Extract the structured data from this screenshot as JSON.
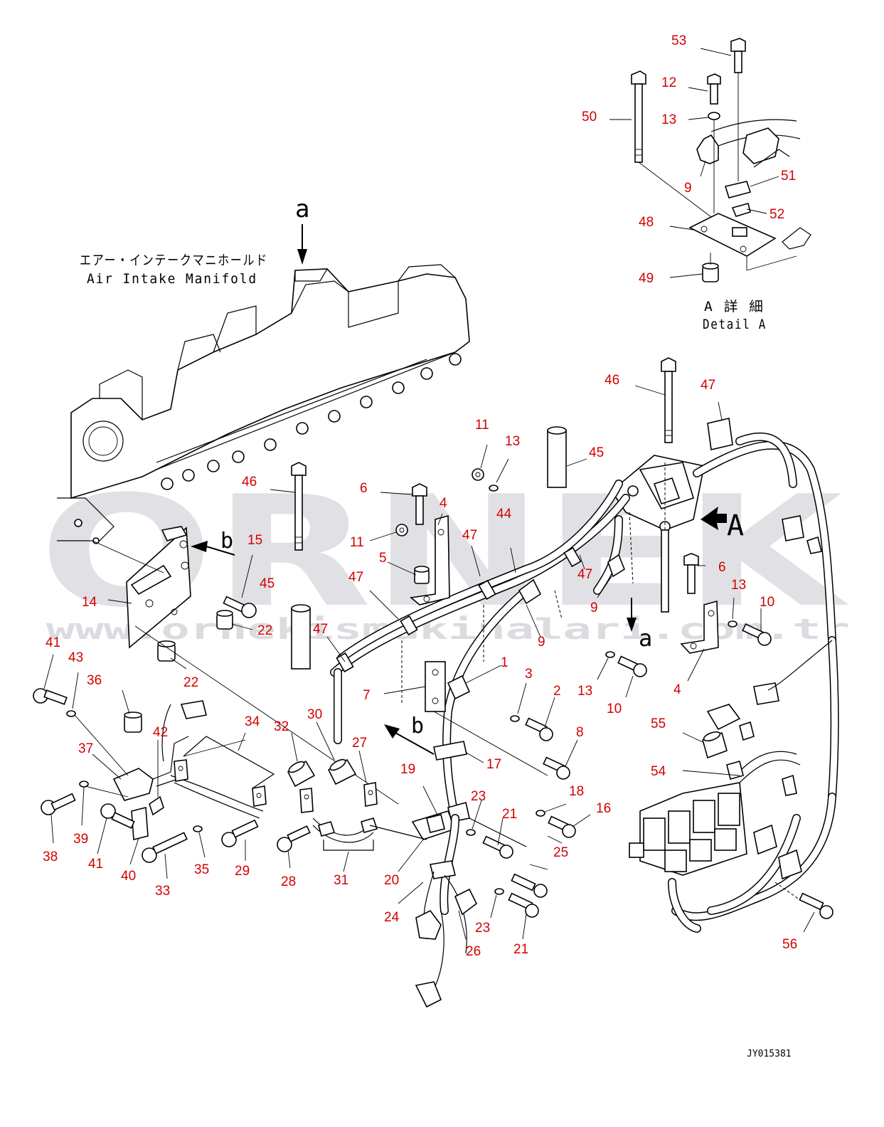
{
  "labels": {
    "manifold_jp": "エアー・インテークマニホールド",
    "manifold_en": "Air Intake Manifold",
    "detail_jp": "A 詳 細",
    "detail_en": "Detail A",
    "view_a_lower_top": "a",
    "view_a_lower_mid": "a",
    "view_b_1": "b",
    "view_b_2": "b",
    "view_A": "A",
    "drawing_code": "JY015381"
  },
  "watermark": {
    "brand": "ORNEK",
    "url": "www.ornekismakinalari.com.tr"
  },
  "callouts": [
    {
      "id": "c53",
      "text": "53"
    },
    {
      "id": "c12",
      "text": "12"
    },
    {
      "id": "c50",
      "text": "50"
    },
    {
      "id": "c13a",
      "text": "13"
    },
    {
      "id": "c9a",
      "text": "9"
    },
    {
      "id": "c51",
      "text": "51"
    },
    {
      "id": "c52",
      "text": "52"
    },
    {
      "id": "c48",
      "text": "48"
    },
    {
      "id": "c49",
      "text": "49"
    },
    {
      "id": "c46a",
      "text": "46"
    },
    {
      "id": "c47a",
      "text": "47"
    },
    {
      "id": "c11a",
      "text": "11"
    },
    {
      "id": "c13b",
      "text": "13"
    },
    {
      "id": "c45a",
      "text": "45"
    },
    {
      "id": "c6a",
      "text": "6"
    },
    {
      "id": "c4a",
      "text": "4"
    },
    {
      "id": "c46b",
      "text": "46"
    },
    {
      "id": "c44",
      "text": "44"
    },
    {
      "id": "c47b",
      "text": "47"
    },
    {
      "id": "c11b",
      "text": "11"
    },
    {
      "id": "c15",
      "text": "15"
    },
    {
      "id": "c5",
      "text": "5"
    },
    {
      "id": "c45b",
      "text": "45"
    },
    {
      "id": "c47c",
      "text": "47"
    },
    {
      "id": "c47d",
      "text": "47"
    },
    {
      "id": "c6b",
      "text": "6"
    },
    {
      "id": "c13c",
      "text": "13"
    },
    {
      "id": "c9b",
      "text": "9"
    },
    {
      "id": "c10a",
      "text": "10"
    },
    {
      "id": "c14",
      "text": "14"
    },
    {
      "id": "c22a",
      "text": "22"
    },
    {
      "id": "c47e",
      "text": "47"
    },
    {
      "id": "c9c",
      "text": "9"
    },
    {
      "id": "c41a",
      "text": "41"
    },
    {
      "id": "c43",
      "text": "43"
    },
    {
      "id": "c22b",
      "text": "22"
    },
    {
      "id": "c1",
      "text": "1"
    },
    {
      "id": "c13d",
      "text": "13"
    },
    {
      "id": "c10b",
      "text": "10"
    },
    {
      "id": "c4b",
      "text": "4"
    },
    {
      "id": "c3",
      "text": "3"
    },
    {
      "id": "c36",
      "text": "36"
    },
    {
      "id": "c7",
      "text": "7"
    },
    {
      "id": "c2",
      "text": "2"
    },
    {
      "id": "c34",
      "text": "34"
    },
    {
      "id": "c30",
      "text": "30"
    },
    {
      "id": "c32",
      "text": "32"
    },
    {
      "id": "c42",
      "text": "42"
    },
    {
      "id": "c55",
      "text": "55"
    },
    {
      "id": "c8",
      "text": "8"
    },
    {
      "id": "c27",
      "text": "27"
    },
    {
      "id": "c37",
      "text": "37"
    },
    {
      "id": "c17",
      "text": "17"
    },
    {
      "id": "c54",
      "text": "54"
    },
    {
      "id": "c19",
      "text": "19"
    },
    {
      "id": "c18",
      "text": "18"
    },
    {
      "id": "c23a",
      "text": "23"
    },
    {
      "id": "c16",
      "text": "16"
    },
    {
      "id": "c39",
      "text": "39"
    },
    {
      "id": "c21a",
      "text": "21"
    },
    {
      "id": "c38",
      "text": "38"
    },
    {
      "id": "c41b",
      "text": "41"
    },
    {
      "id": "c25",
      "text": "25"
    },
    {
      "id": "c29",
      "text": "29"
    },
    {
      "id": "c35",
      "text": "35"
    },
    {
      "id": "c40",
      "text": "40"
    },
    {
      "id": "c28",
      "text": "28"
    },
    {
      "id": "c20",
      "text": "20"
    },
    {
      "id": "c31",
      "text": "31"
    },
    {
      "id": "c33",
      "text": "33"
    },
    {
      "id": "c24",
      "text": "24"
    },
    {
      "id": "c23b",
      "text": "23"
    },
    {
      "id": "c26",
      "text": "26"
    },
    {
      "id": "c21b",
      "text": "21"
    },
    {
      "id": "c56",
      "text": "56"
    }
  ]
}
